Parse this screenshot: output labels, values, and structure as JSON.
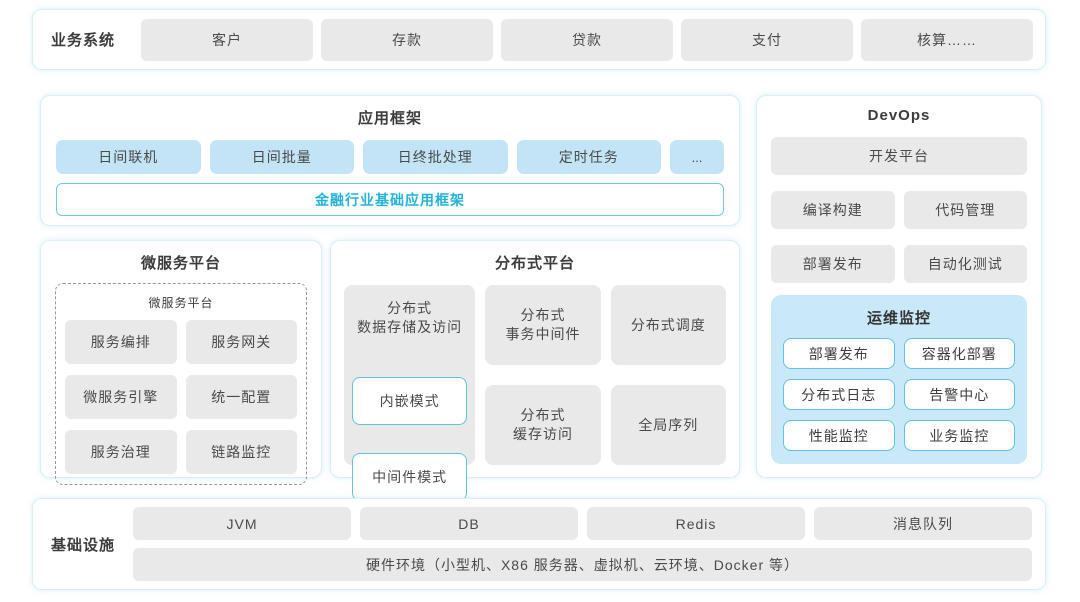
{
  "colors": {
    "accent_teal": "#24b2d8",
    "light_blue_chip": "#c2e4f6",
    "monitor_bg": "#c9e9f8",
    "gray_chip": "#e9e9e9",
    "cyan_border": "#5fc4de",
    "panel_border": "#d9eef6",
    "text_dark": "#3c3c3c"
  },
  "business": {
    "label": "业务系统",
    "items": [
      "客户",
      "存款",
      "贷款",
      "支付",
      "核算……"
    ]
  },
  "app_framework": {
    "title": "应用框架",
    "items": [
      "日间联机",
      "日间批量",
      "日终批处理",
      "定时任务",
      "..."
    ],
    "base": "金融行业基础应用框架"
  },
  "microservice": {
    "title": "微服务平台",
    "inner_title": "微服务平台",
    "items": [
      "服务编排",
      "服务网关",
      "微服务引擎",
      "统一配置",
      "服务治理",
      "链路监控"
    ]
  },
  "distributed": {
    "title": "分布式平台",
    "storage": {
      "label": "分布式\n数据存储及访问",
      "modes": [
        "内嵌模式",
        "中间件模式"
      ]
    },
    "cells": [
      "分布式\n事务中间件",
      "分布式调度",
      "分布式\n缓存访问",
      "全局序列"
    ]
  },
  "devops": {
    "title": "DevOps",
    "platform": "开发平台",
    "items": [
      "编译构建",
      "代码管理",
      "部署发布",
      "自动化测试"
    ],
    "monitoring": {
      "title": "运维监控",
      "items": [
        "部署发布",
        "容器化部署",
        "分布式日志",
        "告警中心",
        "性能监控",
        "业务监控"
      ]
    }
  },
  "infrastructure": {
    "label": "基础设施",
    "items": [
      "JVM",
      "DB",
      "Redis",
      "消息队列"
    ],
    "hardware": "硬件环境（小型机、X86 服务器、虚拟机、云环境、Docker 等）"
  }
}
